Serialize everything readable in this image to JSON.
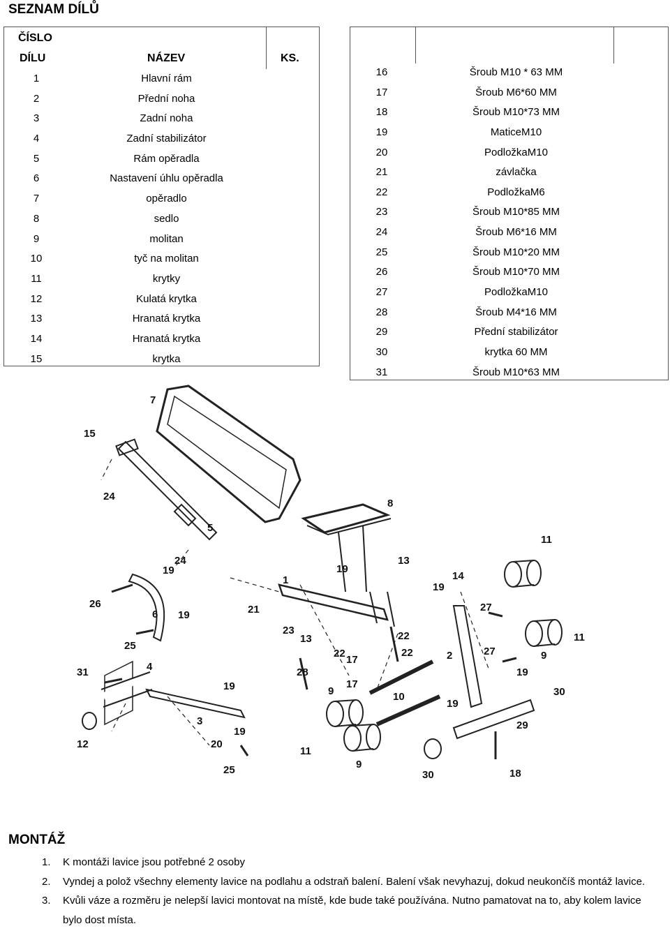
{
  "title": "SEZNAM DÍLŮ",
  "table_header": {
    "col1_line1": "ČÍSLO",
    "col1_line2": "DÍLU",
    "col2": "NÁZEV",
    "col3": "KS."
  },
  "parts_left": [
    {
      "num": "1",
      "name": "Hlavní rám"
    },
    {
      "num": "2",
      "name": "Přední noha"
    },
    {
      "num": "3",
      "name": "Zadní noha"
    },
    {
      "num": "4",
      "name": "Zadní stabilizátor"
    },
    {
      "num": "5",
      "name": "Rám opěradla"
    },
    {
      "num": "6",
      "name": "Nastavení úhlu opěradla"
    },
    {
      "num": "7",
      "name": "opěradlo"
    },
    {
      "num": "8",
      "name": "sedlo"
    },
    {
      "num": "9",
      "name": "molitan"
    },
    {
      "num": "10",
      "name": "tyč na molitan"
    },
    {
      "num": "11",
      "name": "krytky"
    },
    {
      "num": "12",
      "name": "Kulatá krytka"
    },
    {
      "num": "13",
      "name": "Hranatá krytka"
    },
    {
      "num": "14",
      "name": "Hranatá krytka"
    },
    {
      "num": "15",
      "name": "krytka"
    }
  ],
  "parts_right": [
    {
      "num": "16",
      "name": "Šroub M10 * 63 MM"
    },
    {
      "num": "17",
      "name": "Šroub M6*60 MM"
    },
    {
      "num": "18",
      "name": "Šroub M10*73 MM"
    },
    {
      "num": "19",
      "name": "MaticeM10"
    },
    {
      "num": "20",
      "name": "PodložkaM10"
    },
    {
      "num": "21",
      "name": "závlačka"
    },
    {
      "num": "22",
      "name": "PodložkaM6"
    },
    {
      "num": "23",
      "name": "Šroub M10*85 MM"
    },
    {
      "num": "24",
      "name": "Šroub M6*16 MM"
    },
    {
      "num": "25",
      "name": "Šroub M10*20 MM"
    },
    {
      "num": "26",
      "name": "Šroub M10*70 MM"
    },
    {
      "num": "27",
      "name": "PodložkaM10"
    },
    {
      "num": "28",
      "name": "Šroub M4*16 MM"
    },
    {
      "num": "29",
      "name": "Přední stabilizátor"
    },
    {
      "num": "30",
      "name": "krytka 60 MM"
    },
    {
      "num": "31",
      "name": "Šroub M10*63 MM"
    }
  ],
  "diagram": {
    "callouts": [
      "7",
      "15",
      "24",
      "5",
      "8",
      "24",
      "19",
      "26",
      "1",
      "19",
      "13",
      "19",
      "14",
      "11",
      "6",
      "19",
      "21",
      "23",
      "13",
      "22",
      "27",
      "25",
      "17",
      "22",
      "2",
      "27",
      "9",
      "11",
      "31",
      "4",
      "19",
      "28",
      "22",
      "17",
      "10",
      "19",
      "30",
      "9",
      "19",
      "3",
      "12",
      "20",
      "19",
      "11",
      "25",
      "9",
      "29",
      "30",
      "18"
    ]
  },
  "assembly": {
    "title": "MONTÁŽ",
    "steps": [
      {
        "n": "1.",
        "text": "K montáži lavice jsou potřebné 2 osoby"
      },
      {
        "n": "2.",
        "text": "Vyndej a polož všechny elementy lavice na podlahu a odstraň balení. Balení však nevyhazuj, dokud neukončíš montáž lavice."
      },
      {
        "n": "3.",
        "text": "Kvůli váze a rozměru je nelepší lavici montovat na místě, kde bude také používána. Nutno pamatovat na to, aby kolem lavice bylo dost místa."
      }
    ]
  }
}
